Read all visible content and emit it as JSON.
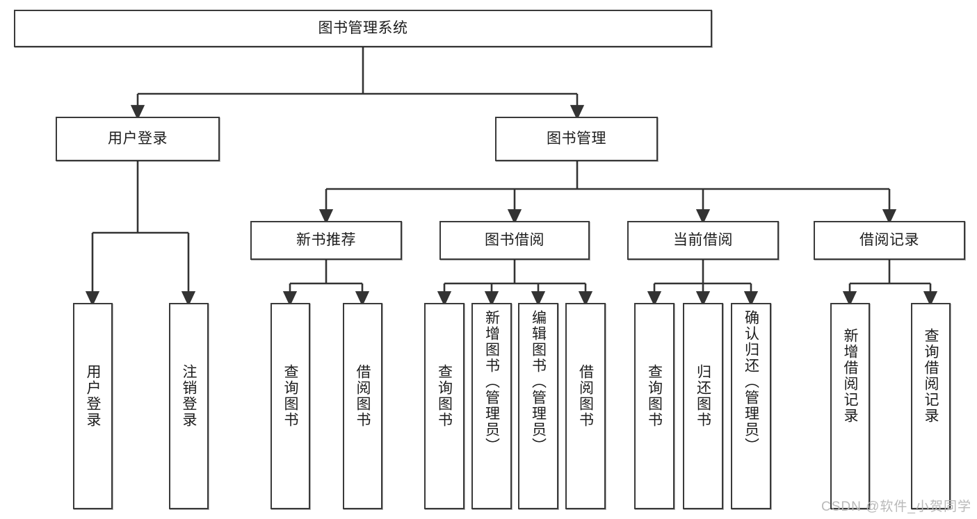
{
  "diagram": {
    "title": "图书管理系统",
    "watermark": "CSDN @软件_小贺同学",
    "colors": {
      "node_border": "#3a3a3a",
      "node_fill": "#ffffff",
      "edge": "#333333",
      "text": "#1c1c1c",
      "watermark": "#b9b9b9"
    },
    "root": {
      "label": "图书管理系统"
    },
    "level2": [
      {
        "label": "用户登录"
      },
      {
        "label": "图书管理"
      }
    ],
    "level3": [
      {
        "label": "新书推荐"
      },
      {
        "label": "图书借阅"
      },
      {
        "label": "当前借阅"
      },
      {
        "label": "借阅记录"
      }
    ],
    "leaves": {
      "user_login": [
        {
          "label": "用户登录"
        },
        {
          "label": "注销登录"
        }
      ],
      "new_book": [
        {
          "label": "查询图书"
        },
        {
          "label": "借阅图书"
        }
      ],
      "book_borrow": [
        {
          "label": "查询图书"
        },
        {
          "label": "新增图书（管理员）"
        },
        {
          "label": "编辑图书（管理员）"
        },
        {
          "label": "借阅图书"
        }
      ],
      "current_borrow": [
        {
          "label": "查询图书"
        },
        {
          "label": "归还图书"
        },
        {
          "label": "确认归还（管理员）"
        }
      ],
      "borrow_record": [
        {
          "label": "新增借阅记录"
        },
        {
          "label": "查询借阅记录"
        }
      ]
    }
  }
}
